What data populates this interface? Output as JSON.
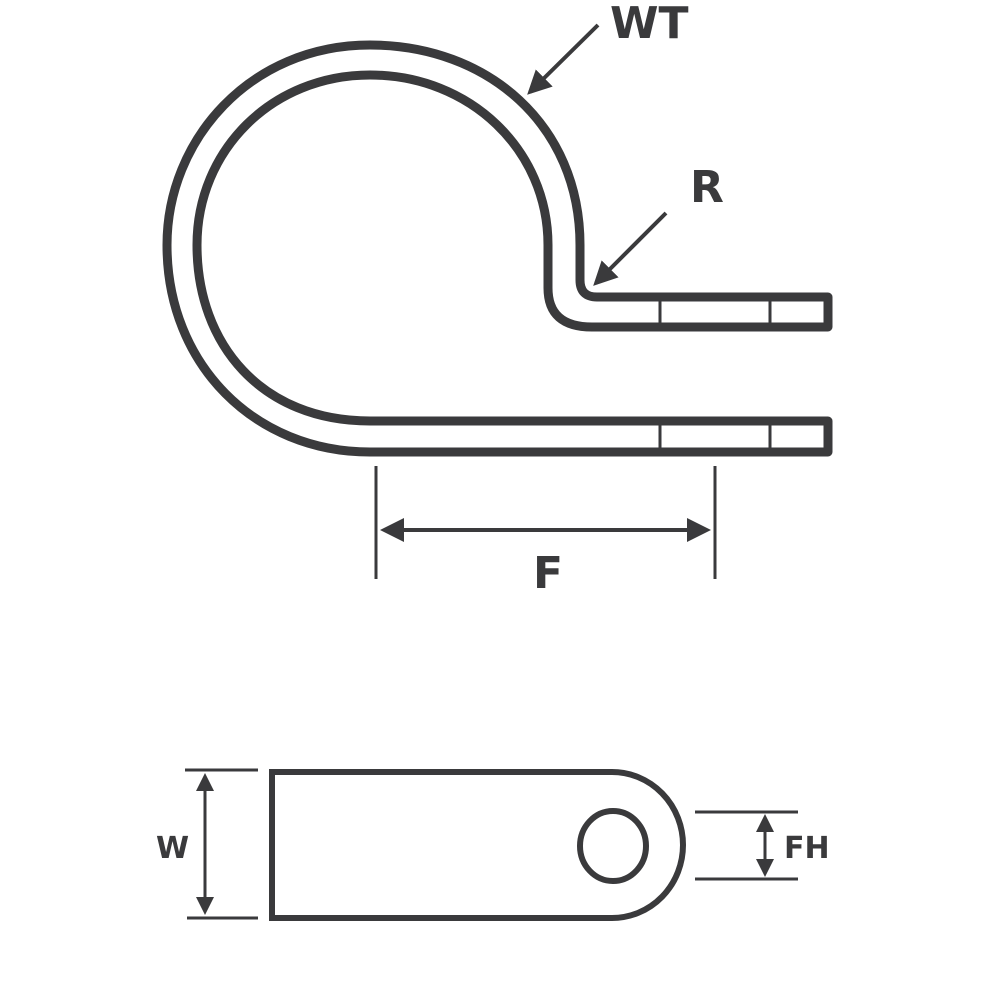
{
  "labels": {
    "wall_thickness": "WT",
    "radius": "R",
    "f_dimension": "F",
    "width": "W",
    "fixing_hole": "FH"
  },
  "colors": {
    "stroke": "#3a3a3c",
    "background": "#ffffff"
  }
}
